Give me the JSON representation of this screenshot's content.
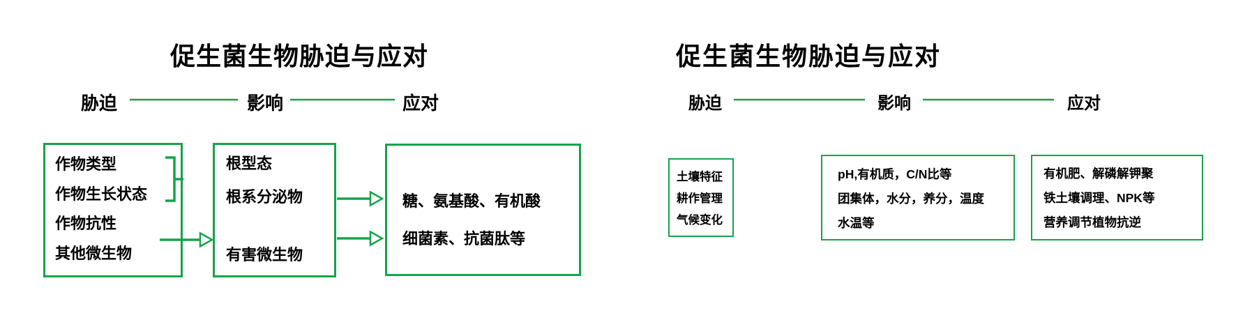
{
  "colors": {
    "accent_green": "#16a34a",
    "text": "#000000",
    "background": "#ffffff"
  },
  "left_diagram": {
    "title": "促生菌生物胁迫与应对",
    "headers": {
      "stress": "胁迫",
      "influence": "影响",
      "response": "应对"
    },
    "stress_box": {
      "lines": [
        "作物类型",
        "作物生长状态",
        "作物抗性",
        "其他微生物"
      ]
    },
    "influence_box": {
      "lines": [
        "根型态",
        "根系分泌物",
        "有害微生物"
      ]
    },
    "response_box": {
      "lines": [
        "糖、氨基酸、有机酸",
        "细菌素、抗菌肽等"
      ]
    }
  },
  "right_diagram": {
    "title": "促生菌生物胁迫与应对",
    "headers": {
      "stress": "胁迫",
      "influence": "影响",
      "response": "应对"
    },
    "stress_box": {
      "lines": [
        "土壤特征",
        "耕作管理",
        "气候变化"
      ]
    },
    "influence_box": {
      "lines": [
        "pH,有机质，C/N比等",
        "团集体，水分，养分，温度",
        "水温等"
      ]
    },
    "response_box": {
      "lines": [
        "有机肥、解磷解钾聚",
        "铁土壤调理、NPK等",
        "营养调节植物抗逆"
      ]
    }
  }
}
